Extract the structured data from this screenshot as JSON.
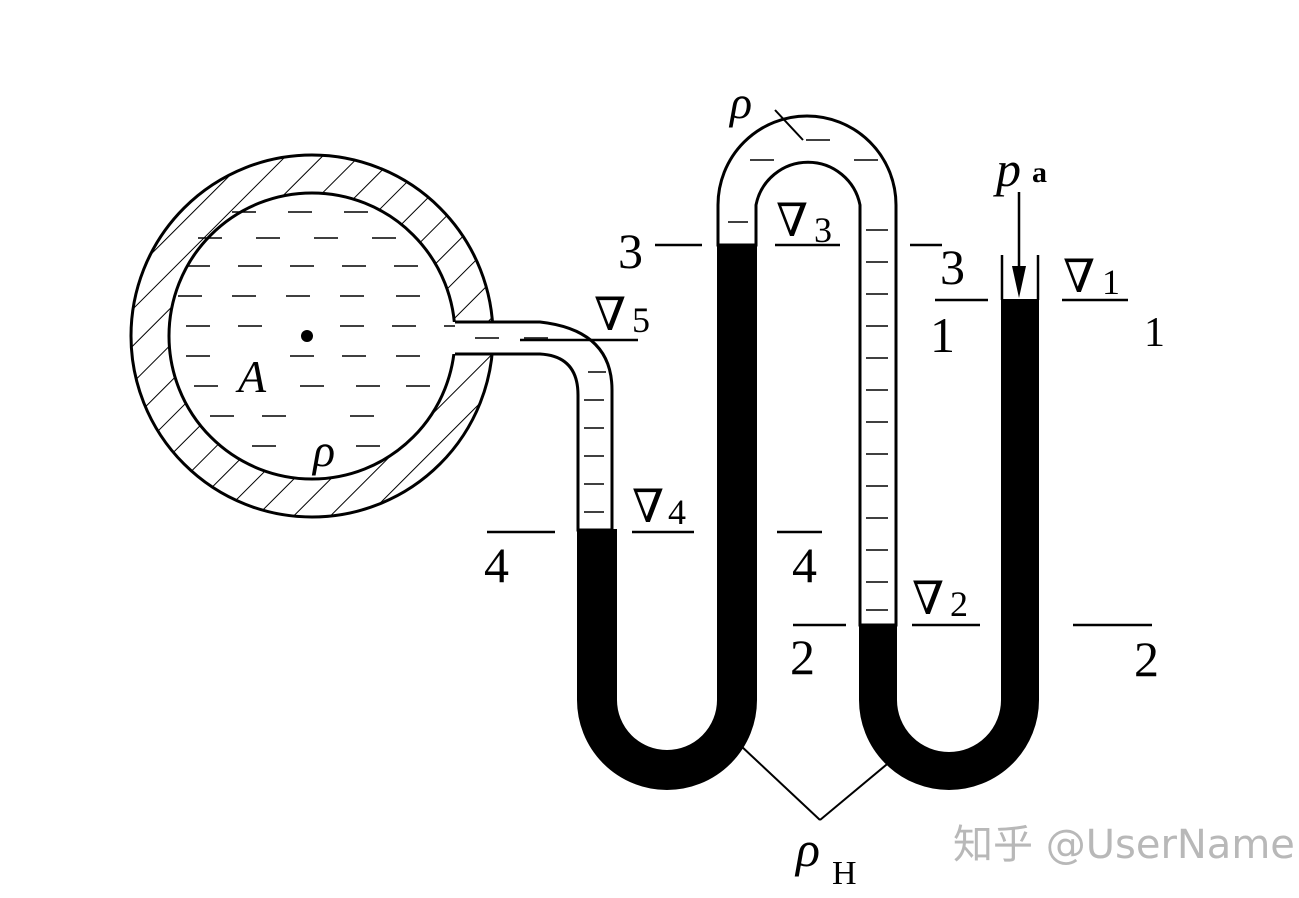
{
  "labels": {
    "vessel": "A",
    "rho_vessel": "ρ",
    "rho_top": "ρ",
    "rho_h_symbol": "ρ",
    "rho_h_sub": "H",
    "pa_symbol": "p",
    "pa_sub": "a",
    "nabla1": "∇",
    "nabla1_sub": "1",
    "nabla2": "∇",
    "nabla2_sub": "2",
    "nabla3": "∇",
    "nabla3_sub": "3",
    "nabla4": "∇",
    "nabla4_sub": "4",
    "nabla5": "∇",
    "nabla5_sub": "5",
    "level1_left": "1",
    "level1_right": "1",
    "level2_left": "2",
    "level2_right": "2",
    "level3_left": "3",
    "level3_right": "3",
    "level4_left": "4",
    "level4_right": "4"
  },
  "watermark": "知乎 @UserName",
  "colors": {
    "line": "#000000",
    "mercury": "#000000",
    "watermark": "#b8b8b8"
  }
}
